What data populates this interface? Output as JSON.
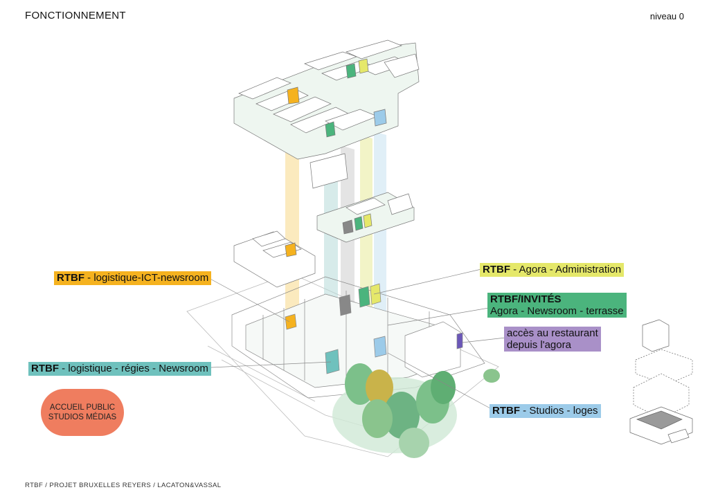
{
  "header": {
    "title": "FONCTIONNEMENT",
    "level": "niveau 0"
  },
  "labels": {
    "logistique_ict": {
      "brand": "RTBF",
      "text": " - logistique-ICT-newsroom"
    },
    "agora_admin": {
      "brand": "RTBF",
      "text": " - Agora - Administration"
    },
    "invites": {
      "brand": "RTBF/INVITÉS",
      "text": "Agora - Newsroom - terrasse"
    },
    "restaurant": {
      "line1": "accès au restaurant",
      "line2": "depuis l'agora"
    },
    "regies": {
      "brand": "RTBF",
      "text": " - logistique - régies - Newsroom"
    },
    "studios": {
      "brand": "RTBF",
      "text": " - Studios - loges"
    }
  },
  "badge": {
    "line1": "ACCUEIL PUBLIC",
    "line2": "STUDIOS MÉDIAS"
  },
  "footer": {
    "text": "RTBF / PROJET BRUXELLES REYERS / LACATON&VASSAL"
  },
  "colors": {
    "logistique_ict": "#f5b21f",
    "agora_admin": "#e5e86a",
    "invites": "#4bb47d",
    "restaurant": "#a990c8",
    "regies": "#6fc1bd",
    "studios": "#9ccbe9",
    "badge": "#ef7d5f"
  }
}
